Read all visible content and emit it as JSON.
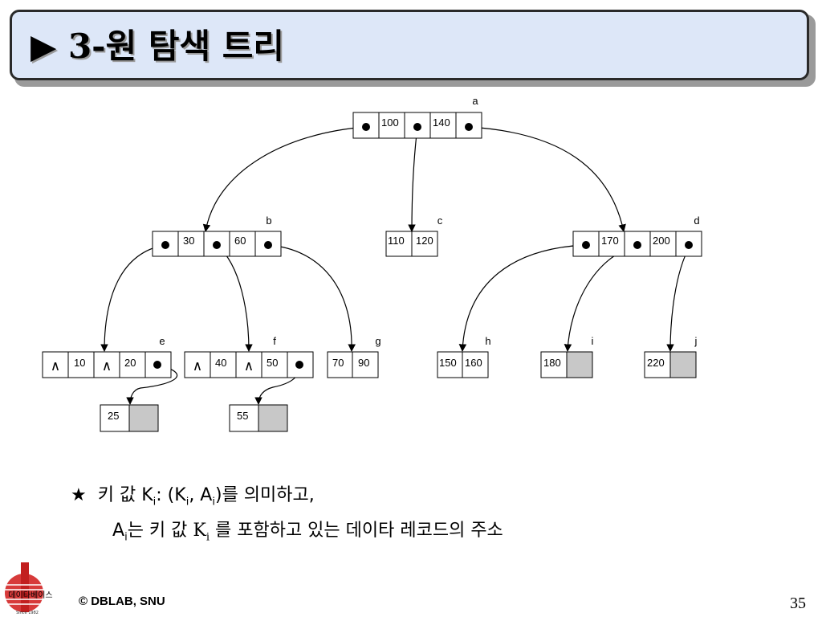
{
  "slide": {
    "title_arrow": "▶",
    "title_num": "3-",
    "title_rest": "원 탐색 트리",
    "page_number": "35",
    "footer": "© DBLAB, SNU",
    "logo_text": "데이타베이스",
    "logo_since": "Since 1982"
  },
  "tree": {
    "nodes": {
      "a": {
        "label": "a",
        "keys": [
          "100",
          "140"
        ]
      },
      "b": {
        "label": "b",
        "keys": [
          "30",
          "60"
        ]
      },
      "c": {
        "label": "c",
        "keys": [
          "110",
          "120"
        ]
      },
      "d": {
        "label": "d",
        "keys": [
          "170",
          "200"
        ]
      },
      "e": {
        "label": "e",
        "keys": [
          "10",
          "20"
        ],
        "null_symbol": "∧"
      },
      "f": {
        "label": "f",
        "keys": [
          "40",
          "50"
        ],
        "null_symbol": "∧"
      },
      "g": {
        "label": "g",
        "keys": [
          "70",
          "90"
        ]
      },
      "h": {
        "label": "h",
        "keys": [
          "150",
          "160"
        ]
      },
      "i": {
        "label": "i",
        "keys": [
          "180"
        ]
      },
      "j": {
        "label": "j",
        "keys": [
          "220"
        ]
      },
      "e_child": {
        "keys": [
          "25"
        ]
      },
      "f_child": {
        "keys": [
          "55"
        ]
      }
    }
  },
  "description": {
    "star": "★",
    "line1_prefix": "키 값 K",
    "line1_sub": "i",
    "line1_mid": ": (K",
    "line1_sub2": "i",
    "line1_mid2": ", A",
    "line1_sub3": "i",
    "line1_suffix": ")를 의미하고,",
    "line2_prefix": "A",
    "line2_sub": "i",
    "line2_mid": "는 키 값 ",
    "line2_k": "K",
    "line2_ksub": "i",
    "line2_suffix": " 를 포함하고 있는 데이타 레코드의 주소"
  },
  "colors": {
    "title_bg": "#dde7f8",
    "empty_cell": "#c8c8c8"
  }
}
